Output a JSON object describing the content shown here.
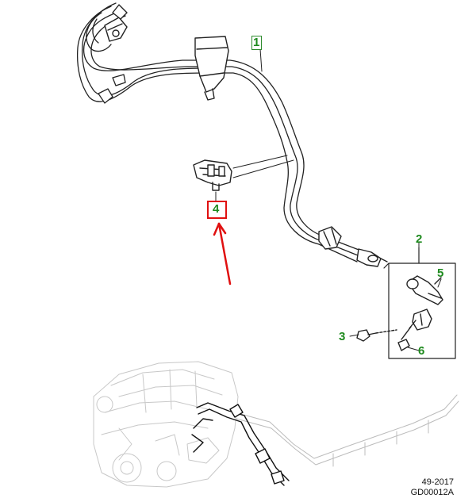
{
  "callouts": {
    "c1": "1",
    "c2": "2",
    "c3": "3",
    "c4": "4",
    "c5": "5",
    "c6": "6"
  },
  "highlight_color": "#e01010",
  "callout_color": "#1e8a1e",
  "footer": {
    "ref_number": "49-2017",
    "drawing_code": "GD00012A"
  }
}
